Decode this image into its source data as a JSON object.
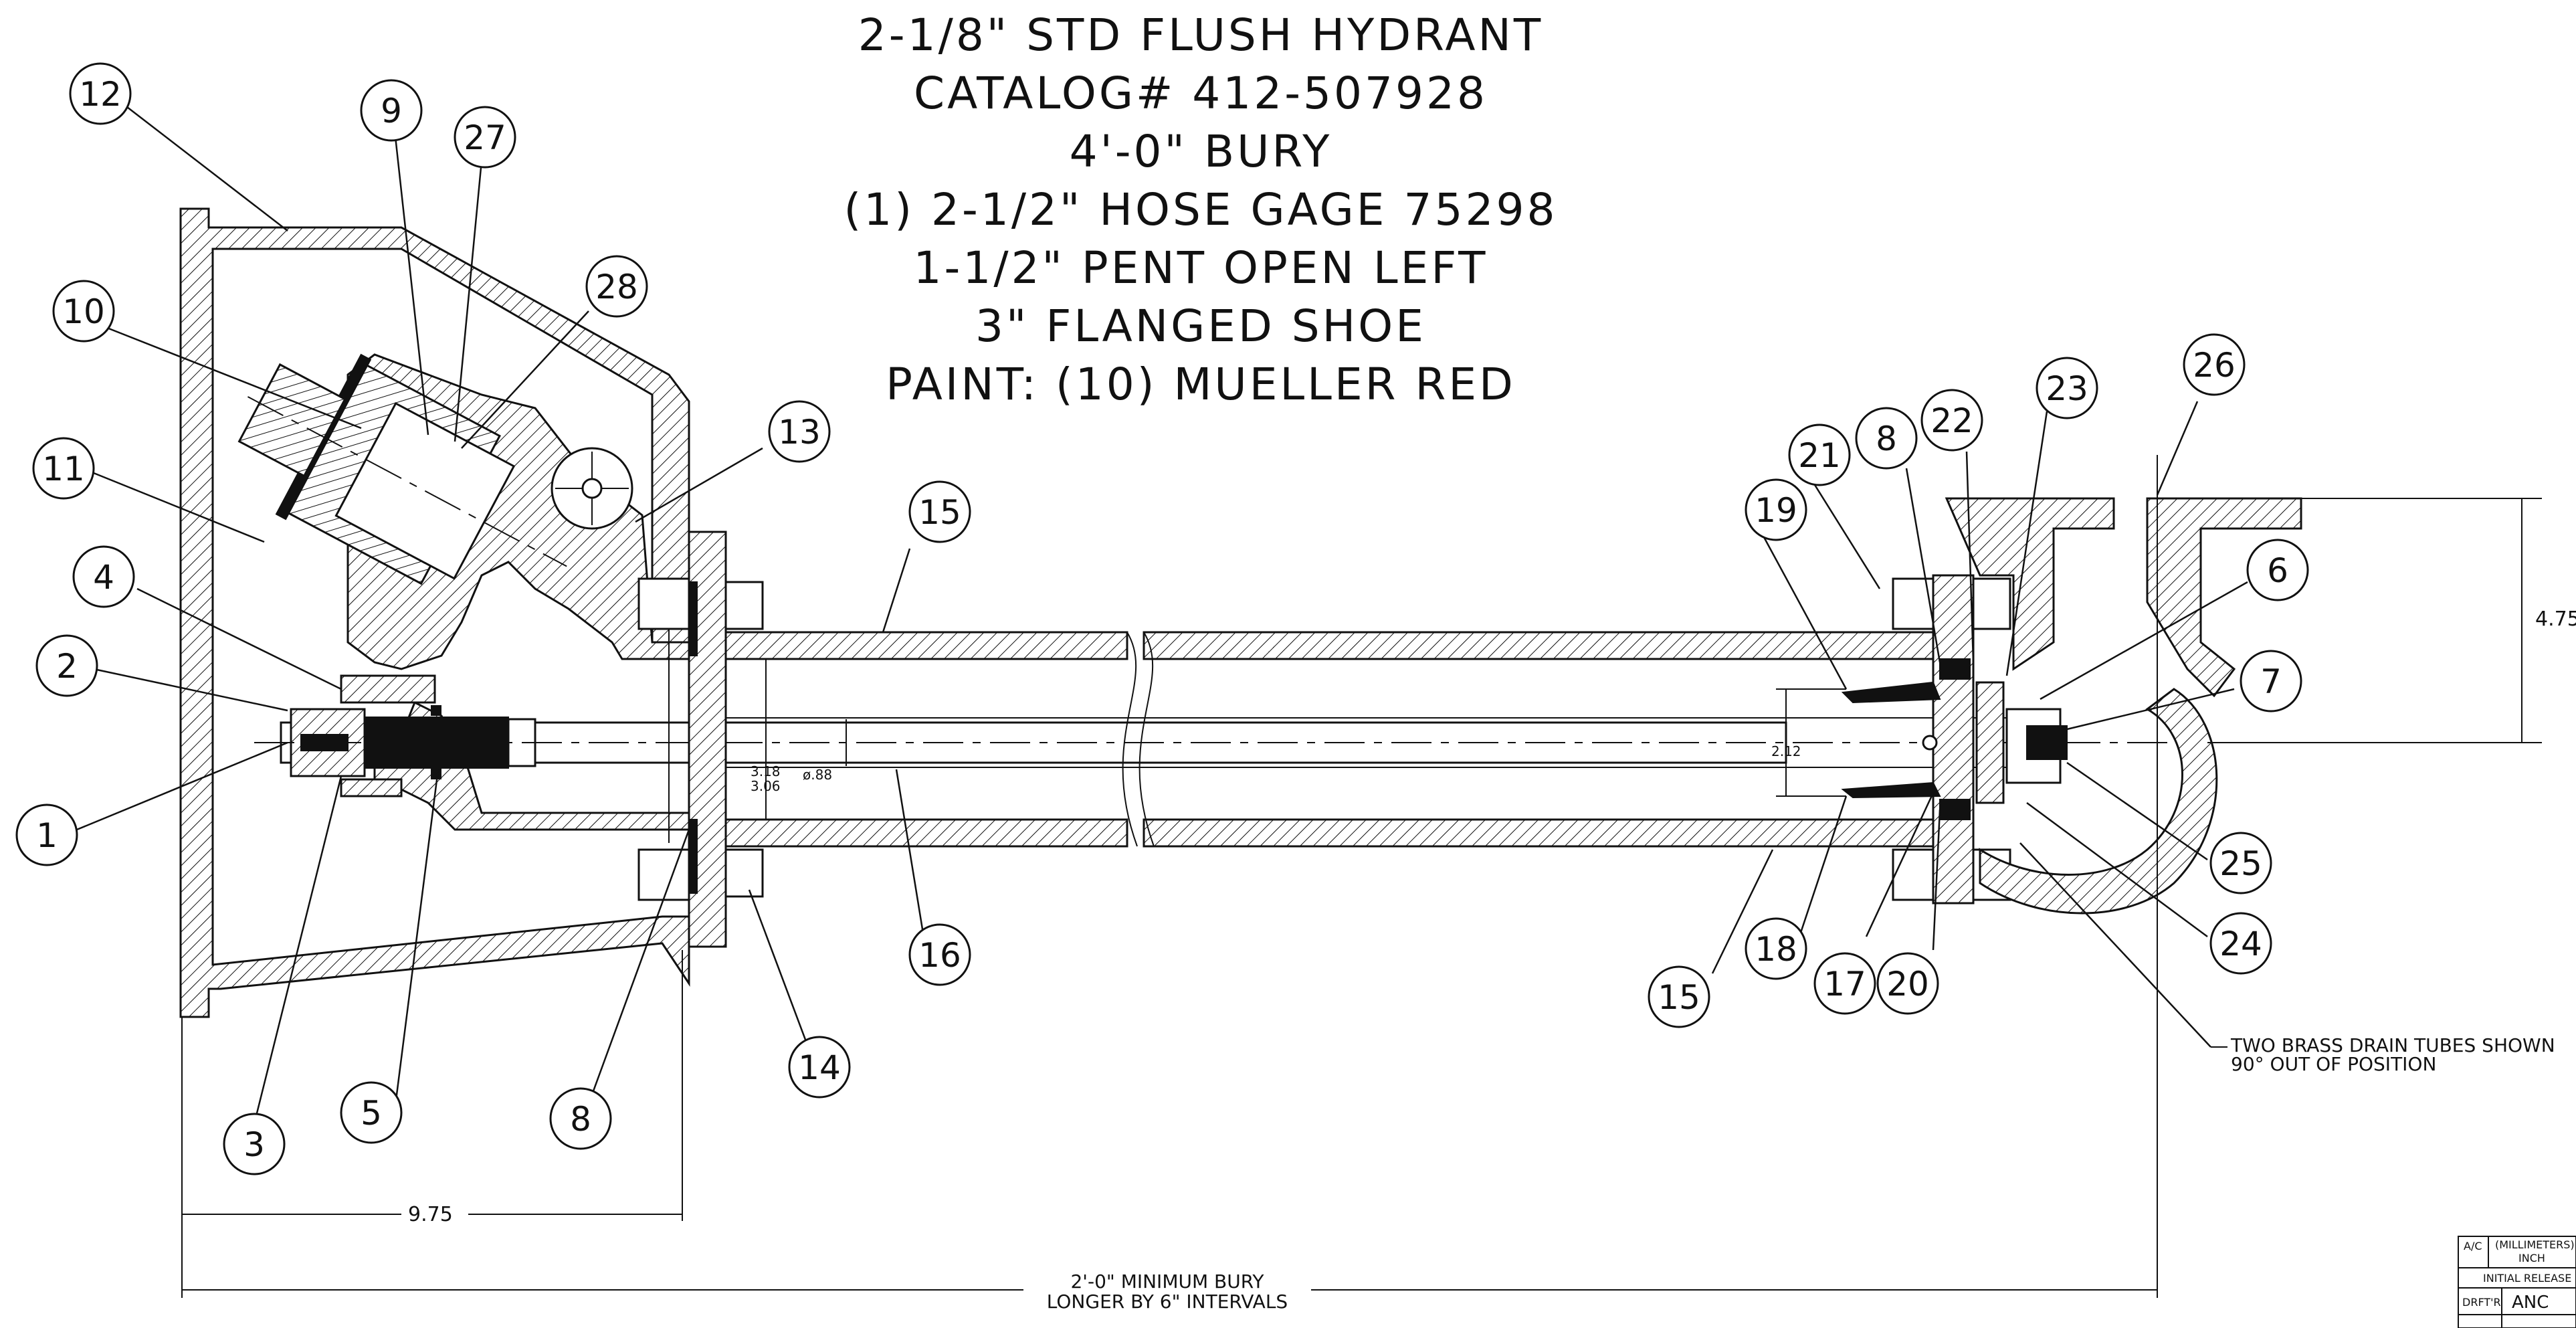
{
  "title_lines": [
    "2-1/8\" STD FLUSH HYDRANT",
    "CATALOG# 412-507928",
    "4'-0\" BURY",
    "(1) 2-1/2\" HOSE GAGE 75298",
    "1-1/2\" PENT OPEN LEFT",
    "3\" FLANGED SHOE",
    "PAINT: (10) MUELLER RED"
  ],
  "callouts": [
    "12",
    "9",
    "27",
    "10",
    "28",
    "11",
    "13",
    "4",
    "2",
    "1",
    "3",
    "5",
    "8",
    "14",
    "15",
    "16",
    "21",
    "8",
    "22",
    "23",
    "26",
    "19",
    "6",
    "7",
    "25",
    "24",
    "15",
    "18",
    "17",
    "20"
  ],
  "dimensions": {
    "d_318": "3.18",
    "d_306": "3.06",
    "d_088": "ø.88",
    "d_212": "2.12",
    "d_475": "4.75",
    "d_975": "9.75"
  },
  "notes": {
    "bury_line1": "2'-0\" MINIMUM BURY",
    "bury_line2": "LONGER BY 6\" INTERVALS",
    "drain_line1": "TWO BRASS DRAIN TUBES SHOWN",
    "drain_line2": "90° OUT OF POSITION"
  },
  "title_block": {
    "ac": "A/C",
    "units_line1": "(MILLIMETERS)",
    "units_line2": "INCH",
    "release": "INITIAL RELEASE",
    "drafter_label": "DRFT'R",
    "drafter_value": "ANC"
  }
}
